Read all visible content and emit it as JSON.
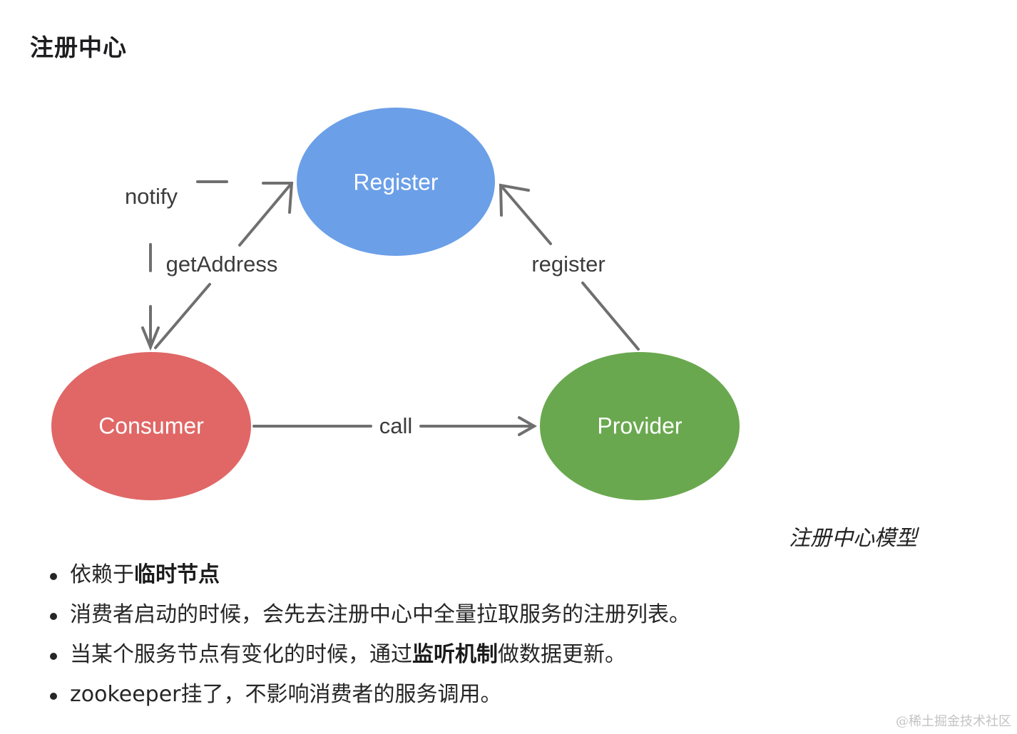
{
  "title": "注册中心",
  "diagram": {
    "nodes": {
      "register": {
        "label": "Register",
        "color": "#6b9fe8"
      },
      "consumer": {
        "label": "Consumer",
        "color": "#e06766"
      },
      "provider": {
        "label": "Provider",
        "color": "#6aa84f"
      }
    },
    "edges": {
      "notify": "notify",
      "get_address": "getAddress",
      "register": "register",
      "call": "call"
    }
  },
  "caption": "注册中心模型",
  "bullets": [
    {
      "before": "依赖于",
      "bold": "临时节点",
      "after": ""
    },
    {
      "before": "消费者启动的时候，会先去注册中心中全量拉取服务的注册列表。",
      "bold": "",
      "after": ""
    },
    {
      "before": "当某个服务节点有变化的时候，通过",
      "bold": "监听机制",
      "after": "做数据更新。"
    },
    {
      "before": "zookeeper挂了，不影响消费者的服务调用。",
      "bold": "",
      "after": ""
    }
  ],
  "watermark": "@稀土掘金技术社区"
}
